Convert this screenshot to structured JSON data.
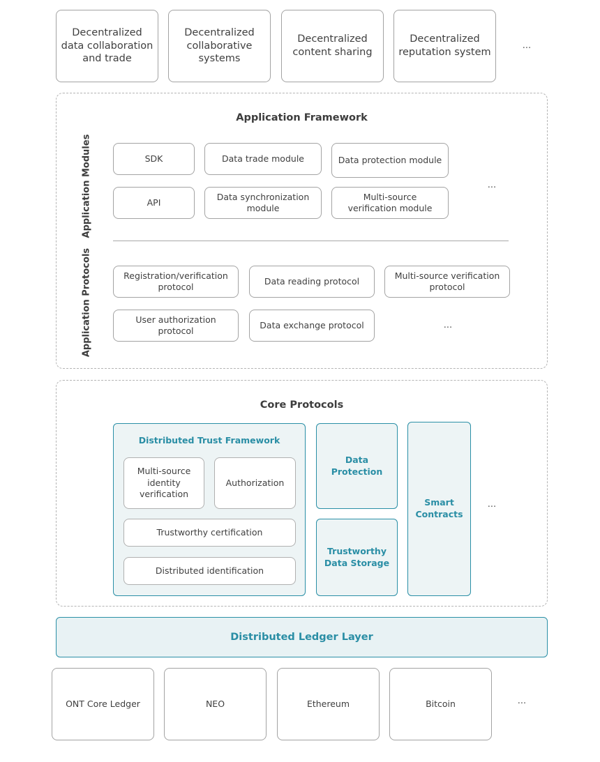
{
  "applications": [
    "Decentralized data collaboration and trade",
    "Decentralized collaborative systems",
    "Decentralized content sharing",
    "Decentralized reputation system"
  ],
  "applications_more": "...",
  "framework": {
    "title": "Application Framework",
    "modules_label": "Application Modules",
    "protocols_label": "Application Protocols",
    "modules": {
      "sdk": "SDK",
      "data_trade": "Data trade module",
      "data_protection": "Data protection module",
      "api": "API",
      "data_sync": "Data synchronization module",
      "multi_source_verification": "Multi-source verification module",
      "more": "..."
    },
    "protocols": {
      "registration": "Registration/verification protocol",
      "data_reading": "Data reading protocol",
      "multi_source": "Multi-source verification protocol",
      "user_authorization": "User authorization protocol",
      "data_exchange": "Data exchange protocol",
      "more": "..."
    }
  },
  "core": {
    "title": "Core Protocols",
    "trust_framework": {
      "title": "Distributed Trust Framework",
      "multi_source_identity": "Multi-source identity verification",
      "authorization": "Authorization",
      "trustworthy_certification": "Trustworthy certification",
      "distributed_identification": "Distributed identification"
    },
    "data_protection": "Data Protection",
    "trustworthy_storage": "Trustworthy Data Storage",
    "smart_contracts": "Smart Contracts",
    "more": "..."
  },
  "ledger_layer": "Distributed Ledger Layer",
  "ledgers": [
    "ONT Core Ledger",
    "NEO",
    "Ethereum",
    "Bitcoin"
  ],
  "ledgers_more": "...",
  "colors": {
    "accent": "#2a8ea5",
    "panel_fill": "#edf4f5",
    "border": "#a3a3a3"
  }
}
